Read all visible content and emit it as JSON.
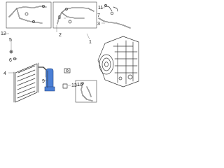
{
  "callouts": {
    "c1": "1",
    "c2": "2",
    "c3": "3",
    "c4": "4",
    "c5": "5",
    "c6": "6",
    "c7": "7",
    "c8": "8",
    "c9": "9",
    "c10": "10",
    "c11": "11",
    "c12": "12",
    "c13": "13"
  },
  "colors": {
    "highlight": "#4a7fd6",
    "line": "#3a3a3a"
  }
}
